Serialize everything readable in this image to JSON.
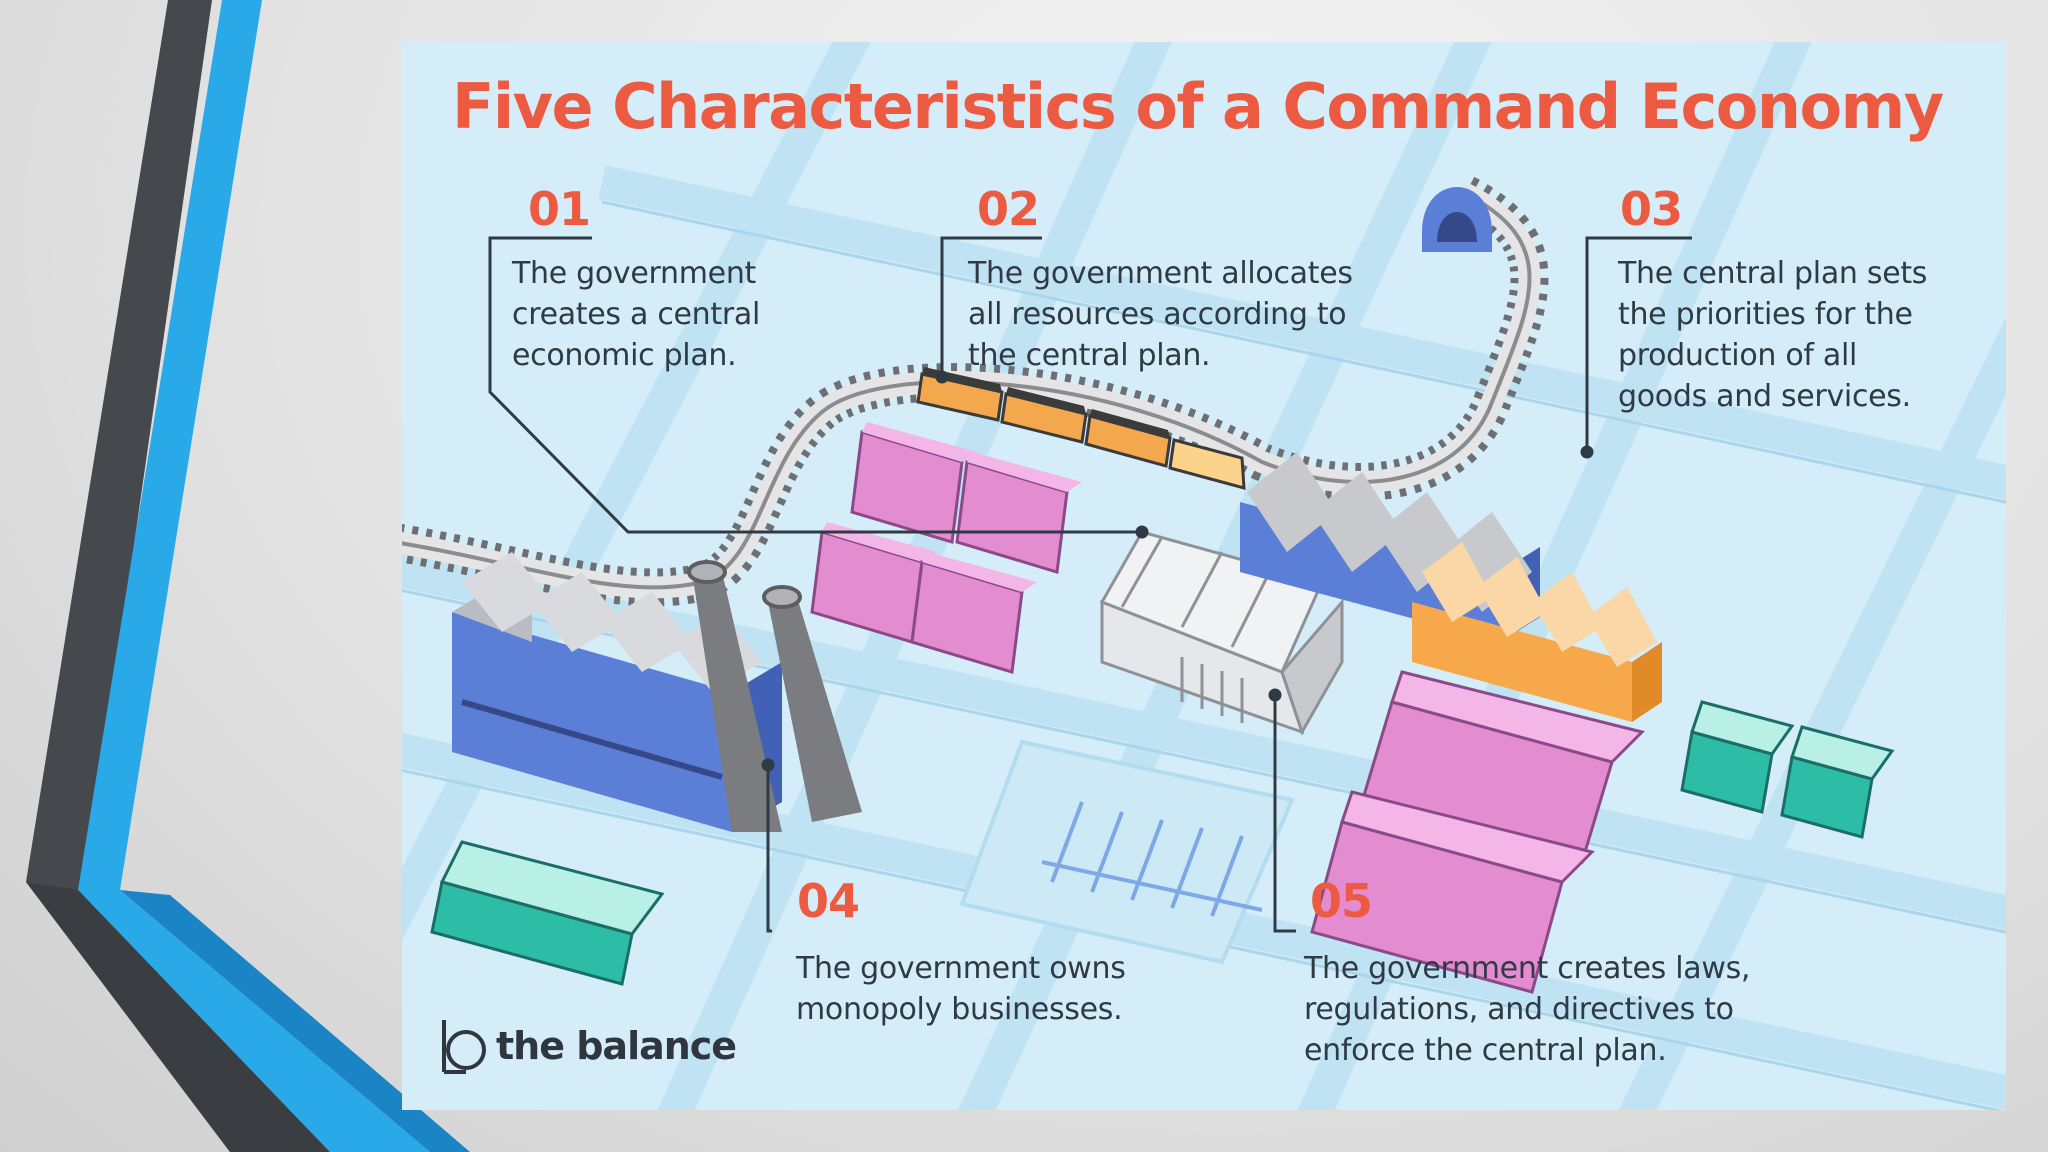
{
  "title": "Five Characteristics of a Command Economy",
  "items": [
    {
      "number": "01",
      "lines": [
        "The government",
        "creates a central",
        "economic plan."
      ]
    },
    {
      "number": "02",
      "lines": [
        "The government allocates",
        "all resources according to",
        "the central plan."
      ]
    },
    {
      "number": "03",
      "lines": [
        "The central plan sets",
        "the priorities for the",
        "production of all",
        "goods and services."
      ]
    },
    {
      "number": "04",
      "lines": [
        "The government owns",
        "monopoly businesses."
      ]
    },
    {
      "number": "05",
      "lines": [
        "The government creates laws,",
        "regulations, and directives to",
        "enforce the central plan."
      ]
    }
  ],
  "brand": {
    "name": "the balance",
    "icon": "balance-logo-icon"
  },
  "colors": {
    "title": "#ec5a41",
    "background": "#d5edf8",
    "text": "#2f3a44",
    "slide_accent": "#29a8e6",
    "slide_dark": "#3d4248"
  }
}
